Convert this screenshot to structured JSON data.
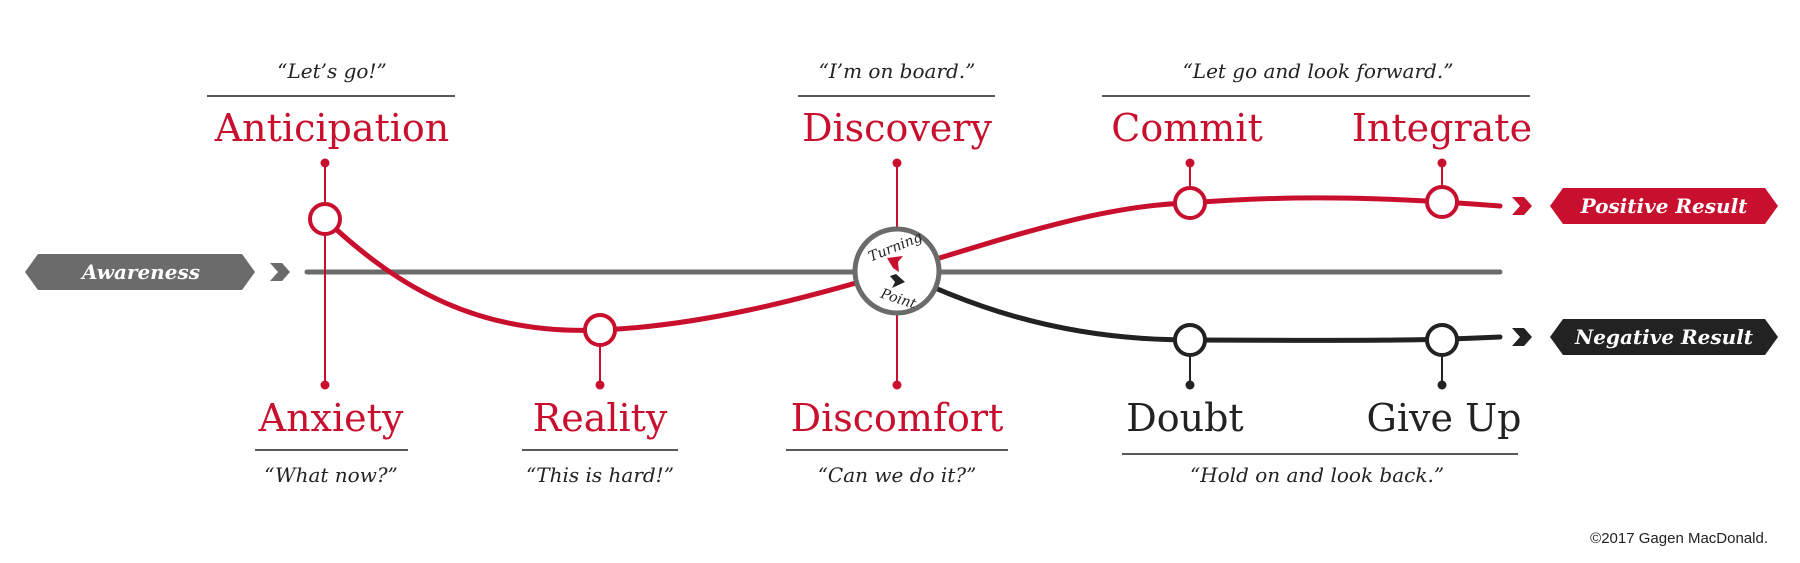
{
  "colors": {
    "red": "#c8102e",
    "dark": "#222222",
    "grey": "#6b6b6b",
    "white": "#ffffff"
  },
  "start_tag": "Awareness",
  "end_tags": {
    "positive": "Positive Result",
    "negative": "Negative Result"
  },
  "turning_point": {
    "line1": "Turning",
    "line2": "Point"
  },
  "top_stages": [
    {
      "label": "Anticipation",
      "quote": "“Let’s go!”"
    },
    {
      "label": "Discovery",
      "quote": "“I’m on board.”"
    },
    {
      "label": "Commit"
    },
    {
      "label": "Integrate"
    }
  ],
  "top_group_quote": "“Let go and look forward.”",
  "bottom_stages": [
    {
      "label": "Anxiety",
      "quote": "“What now?”"
    },
    {
      "label": "Reality",
      "quote": "“This is hard!”"
    },
    {
      "label": "Discomfort",
      "quote": "“Can we do it?”"
    },
    {
      "label": "Doubt"
    },
    {
      "label": "Give Up"
    }
  ],
  "bottom_group_quote": "“Hold on and look back.”",
  "copyright": "©2017 Gagen MacDonald."
}
